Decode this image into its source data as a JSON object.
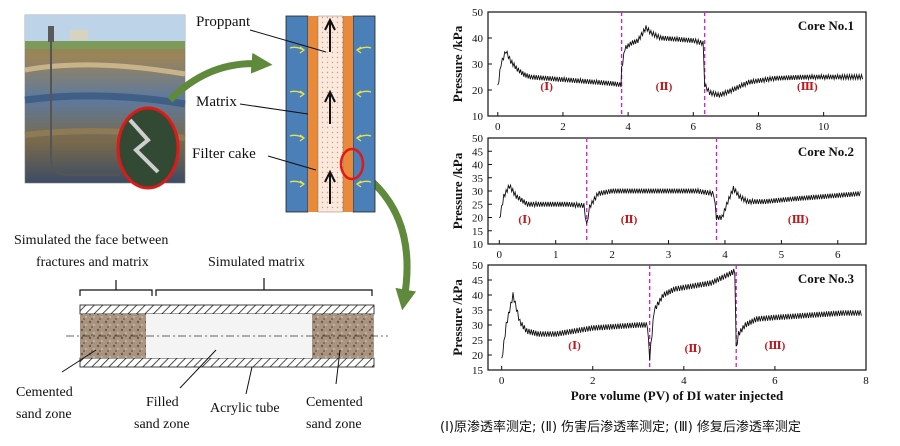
{
  "schematic": {
    "proppant_label": "Proppant",
    "matrix_label": "Matrix",
    "filter_cake_label": "Filter cake"
  },
  "model": {
    "face_label_line1": "Simulated the face between",
    "face_label_line2": "fractures and matrix",
    "matrix_label": "Simulated matrix",
    "cemented_left_line1": "Cemented",
    "cemented_left_line2": "sand zone",
    "filled_line1": "Filled",
    "filled_line2": "sand zone",
    "acrylic_label": "Acrylic tube",
    "cemented_right_line1": "Cemented",
    "cemented_right_line2": "sand zone"
  },
  "caption": "(Ⅰ)原渗透率测定; (Ⅱ) 伤害后渗透率测定; (Ⅲ) 修复后渗透率测定",
  "chart_data": [
    {
      "type": "line",
      "title": "Core No.1",
      "ylabel": "Pressure /kPa",
      "xlabel": "",
      "xlim": [
        -0.3,
        11.3
      ],
      "ylim": [
        10,
        50
      ],
      "xticks": [
        0,
        2,
        4,
        6,
        8,
        10
      ],
      "yticks": [
        10,
        20,
        30,
        40,
        50
      ],
      "boundaries": [
        3.8,
        6.35
      ],
      "phase_labels": [
        {
          "text": "(Ⅰ)",
          "x": 1.5,
          "y": 20
        },
        {
          "text": "(Ⅱ)",
          "x": 5.1,
          "y": 20
        },
        {
          "text": "(Ⅲ)",
          "x": 9.5,
          "y": 20
        }
      ],
      "series": [
        {
          "x": [
            0,
            0.1,
            0.25,
            0.4,
            0.6,
            0.8,
            1.0,
            1.5,
            2.0,
            2.5,
            3.0,
            3.5,
            3.78,
            3.8,
            3.9,
            4.1,
            4.3,
            4.55,
            4.7,
            5.0,
            5.5,
            6.0,
            6.3,
            6.35,
            6.5,
            6.8,
            7.2,
            7.7,
            8.5,
            9.5,
            10.5,
            11.2
          ],
          "y": [
            21,
            30,
            35,
            31,
            28,
            26,
            25,
            24.5,
            24,
            23.5,
            23,
            22.5,
            22,
            28,
            36,
            38,
            39,
            44,
            42,
            40,
            39.5,
            39,
            38,
            22,
            19,
            18,
            20,
            23,
            24.5,
            25,
            25,
            25
          ]
        }
      ]
    },
    {
      "type": "line",
      "title": "Core No.2",
      "ylabel": "Pressure /kPa",
      "xlabel": "",
      "xlim": [
        -0.2,
        6.5
      ],
      "ylim": [
        10,
        50
      ],
      "xticks": [
        0,
        1,
        2,
        3,
        4,
        5,
        6
      ],
      "yticks": [
        10,
        15,
        20,
        25,
        30,
        35,
        40,
        45,
        50
      ],
      "boundaries": [
        1.55,
        3.85
      ],
      "phase_labels": [
        {
          "text": "(Ⅰ)",
          "x": 0.45,
          "y": 18
        },
        {
          "text": "(Ⅱ)",
          "x": 2.3,
          "y": 18
        },
        {
          "text": "(Ⅲ)",
          "x": 5.3,
          "y": 18
        }
      ],
      "series": [
        {
          "x": [
            0,
            0.08,
            0.18,
            0.3,
            0.5,
            0.8,
            1.2,
            1.5,
            1.55,
            1.6,
            1.75,
            2.0,
            2.5,
            3.0,
            3.5,
            3.8,
            3.85,
            3.95,
            4.05,
            4.15,
            4.25,
            4.4,
            4.7,
            5.2,
            5.8,
            6.4
          ],
          "y": [
            19,
            28,
            32,
            28,
            25,
            25,
            25,
            24.5,
            17,
            24,
            29,
            30,
            30,
            30,
            30,
            29,
            20,
            20,
            26,
            31,
            28,
            26,
            26,
            27,
            28,
            29
          ]
        }
      ]
    },
    {
      "type": "line",
      "title": "Core No.3",
      "ylabel": "Pressure /kPa",
      "xlabel": "Pore volume (PV) of  DI water injected",
      "xlim": [
        -0.3,
        8.0
      ],
      "ylim": [
        15,
        50
      ],
      "xticks": [
        0,
        2,
        4,
        6,
        8
      ],
      "yticks": [
        15,
        20,
        25,
        30,
        35,
        40,
        45,
        50
      ],
      "boundaries": [
        3.25,
        5.15
      ],
      "phase_labels": [
        {
          "text": "(Ⅰ)",
          "x": 1.6,
          "y": 22
        },
        {
          "text": "(Ⅱ)",
          "x": 4.2,
          "y": 21
        },
        {
          "text": "(Ⅲ)",
          "x": 6.0,
          "y": 22
        }
      ],
      "series": [
        {
          "x": [
            0,
            0.1,
            0.25,
            0.4,
            0.55,
            0.8,
            1.2,
            1.6,
            2.0,
            2.5,
            3.0,
            3.2,
            3.25,
            3.35,
            3.55,
            3.8,
            4.2,
            4.6,
            5.0,
            5.12,
            5.15,
            5.2,
            5.35,
            5.6,
            6.0,
            6.5,
            7.0,
            7.5,
            7.9
          ],
          "y": [
            18,
            30,
            40,
            31,
            28,
            27,
            27,
            28,
            29,
            29.5,
            30,
            30,
            19,
            35,
            40,
            42,
            43,
            44,
            47,
            48,
            22,
            27,
            30,
            32,
            32.5,
            33,
            33.5,
            34,
            34
          ]
        }
      ]
    }
  ]
}
